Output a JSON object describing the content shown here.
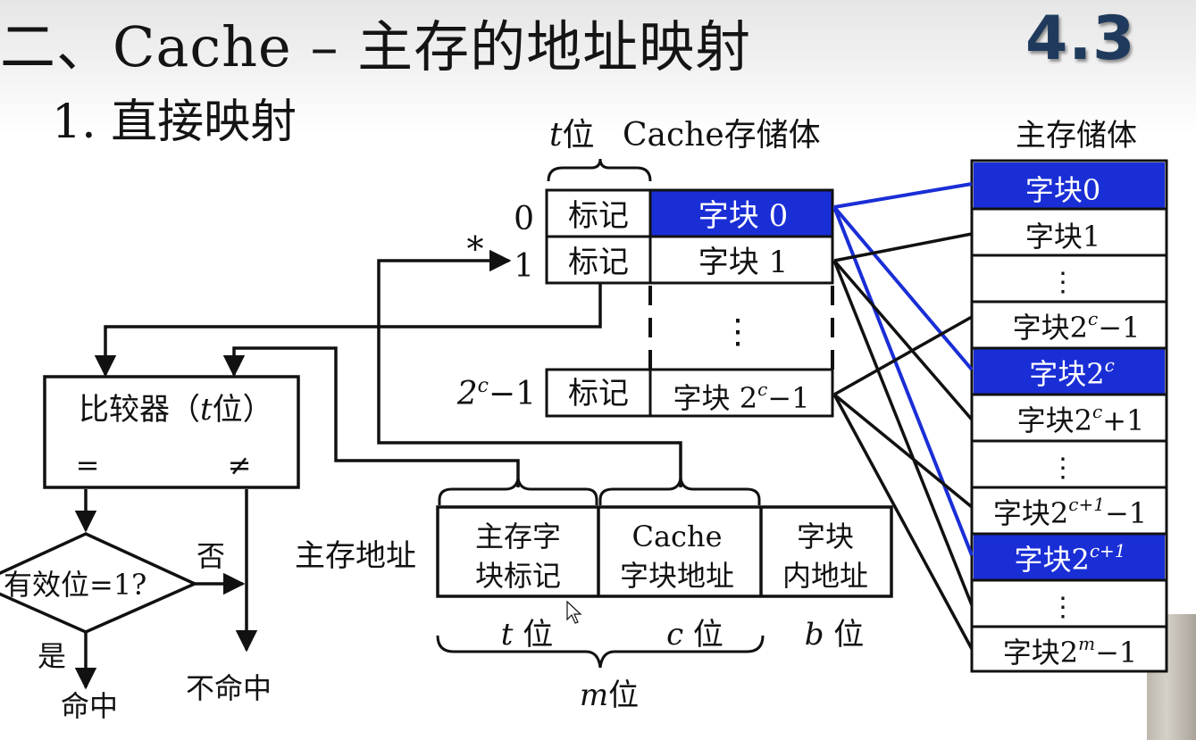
{
  "header": {
    "title": "二、Cache – 主存的地址映射",
    "section": "4.3",
    "subtitle": "1. 直接映射"
  },
  "cache": {
    "width_label_italic": "t",
    "width_label": "位",
    "title": "Cache存储体",
    "rows": [
      {
        "index": "0",
        "tag": "标记",
        "block": "字块 0",
        "highlight": true
      },
      {
        "index": "1",
        "tag": "标记",
        "block": "字块 1",
        "highlight": false
      },
      {
        "index_base": "2",
        "index_sup": "c",
        "index_rest": "−1",
        "tag": "标记",
        "block_base": "字块 2",
        "block_sup": "c",
        "block_rest": "−1",
        "highlight": false
      }
    ],
    "ellipsis": "⋮",
    "pointer": "*"
  },
  "main_memory": {
    "title": "主存储体",
    "blocks": [
      {
        "base": "字块0",
        "highlight": true
      },
      {
        "base": "字块1",
        "highlight": false
      },
      {
        "base": "⋮",
        "highlight": false
      },
      {
        "base": "字块2",
        "sup": "c",
        "rest": "−1",
        "highlight": false
      },
      {
        "base": "字块2",
        "sup": "c",
        "highlight": true
      },
      {
        "base": "字块2",
        "sup": "c",
        "rest": "+1",
        "highlight": false
      },
      {
        "base": "⋮",
        "highlight": false
      },
      {
        "base": "字块2",
        "sup": "c+1",
        "rest": "−1",
        "highlight": false
      },
      {
        "base": "字块2",
        "sup": "c+1",
        "highlight": true
      },
      {
        "base": "⋮",
        "highlight": false
      },
      {
        "base": "字块2",
        "sup": "m",
        "rest": "−1",
        "highlight": false
      }
    ]
  },
  "comparator": {
    "label": "比较器（",
    "label_italic": "t",
    "label_end": "位）",
    "equal": "=",
    "not_equal": "≠"
  },
  "flow": {
    "decision": "有效位=1?",
    "no": "否",
    "yes": "是",
    "hit": "命中",
    "miss": "不命中"
  },
  "address": {
    "label": "主存地址",
    "fields": [
      {
        "line1": "主存字",
        "line2": "块标记"
      },
      {
        "line1": "Cache",
        "line2": "字块地址"
      },
      {
        "line1": "字块",
        "line2": "内地址"
      }
    ],
    "bits": [
      {
        "italic": "t",
        "text": " 位"
      },
      {
        "italic": "c",
        "text": " 位"
      },
      {
        "italic": "b",
        "text": " 位"
      }
    ],
    "total_italic": "m",
    "total": "位"
  },
  "colors": {
    "highlight": "#1a2ed6",
    "line_blue": "#1a2ed6",
    "line_black": "#111111",
    "section_num": "#1f3a5c"
  }
}
